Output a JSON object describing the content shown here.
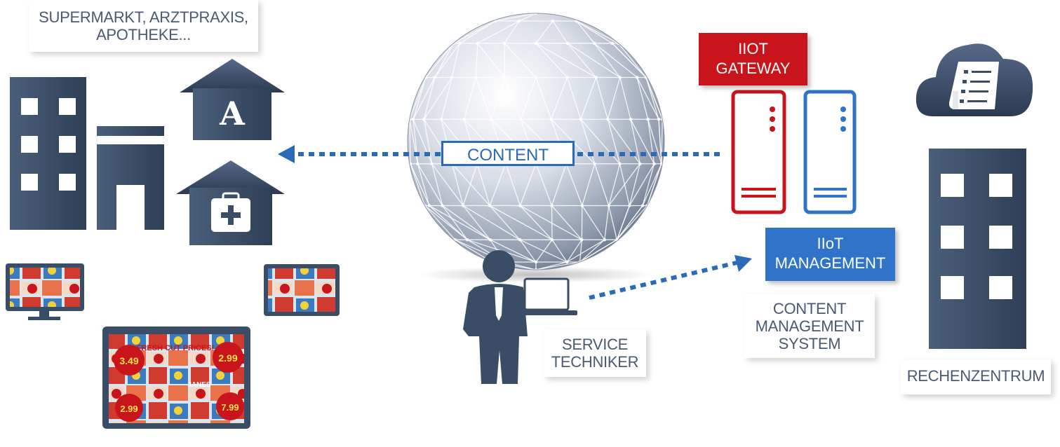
{
  "labels": {
    "venues": [
      "SUPERMARKT, ARZTPRAXIS,",
      "APOTHEKE..."
    ],
    "content": "CONTENT",
    "gateway": [
      "IIOT",
      "GATEWAY"
    ],
    "management": [
      "IIoT",
      "MANAGEMENT"
    ],
    "cms": [
      "CONTENT",
      "MANAGEMENT",
      "SYSTEM"
    ],
    "technician": [
      "SERVICE",
      "TECHNIKER"
    ],
    "datacenter": "RECHENZENTRUM"
  },
  "icons": [
    "office-building-icon",
    "pharmacy-icon",
    "doctor-office-icon",
    "digital-signage-screen-icon",
    "globe-network-icon",
    "server-icon",
    "cloud-document-icon",
    "technician-icon",
    "laptop-icon"
  ],
  "colors": {
    "primary": "#3a4d66",
    "gateway_red": "#c8141a",
    "management_blue": "#2f74c8",
    "arrow_blue": "#2a6ab8",
    "text": "#4a5a72"
  },
  "screen_ads": {
    "banner": "FRESH CUT PRICES!",
    "prices": [
      "3.49",
      "2.99",
      "2.99",
      "7.99"
    ],
    "brand": "JANES"
  }
}
